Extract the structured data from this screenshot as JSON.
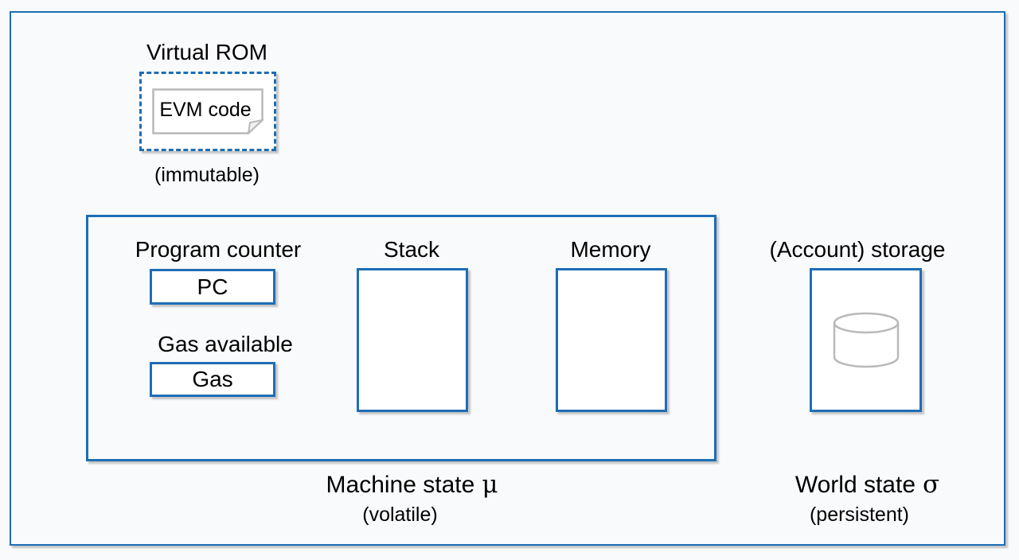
{
  "virtual_rom": {
    "title": "Virtual ROM",
    "code_label": "EVM code",
    "note": "(immutable)"
  },
  "machine_state": {
    "program_counter": {
      "label": "Program counter",
      "box": "PC"
    },
    "gas": {
      "label": "Gas available",
      "box": "Gas"
    },
    "stack": {
      "label": "Stack"
    },
    "memory": {
      "label": "Memory"
    },
    "caption": {
      "text": "Machine state",
      "symbol": "μ",
      "note": "(volatile)"
    }
  },
  "storage": {
    "label": "(Account) storage",
    "icon": "database-cylinder-icon",
    "caption": {
      "text": "World state",
      "symbol": "σ",
      "note": "(persistent)"
    }
  },
  "colors": {
    "border_blue": "#1e6eb4",
    "background": "#f9fafc",
    "box_fill": "#ffffff",
    "note_gray": "#b9b9b9",
    "text": "#000000"
  }
}
